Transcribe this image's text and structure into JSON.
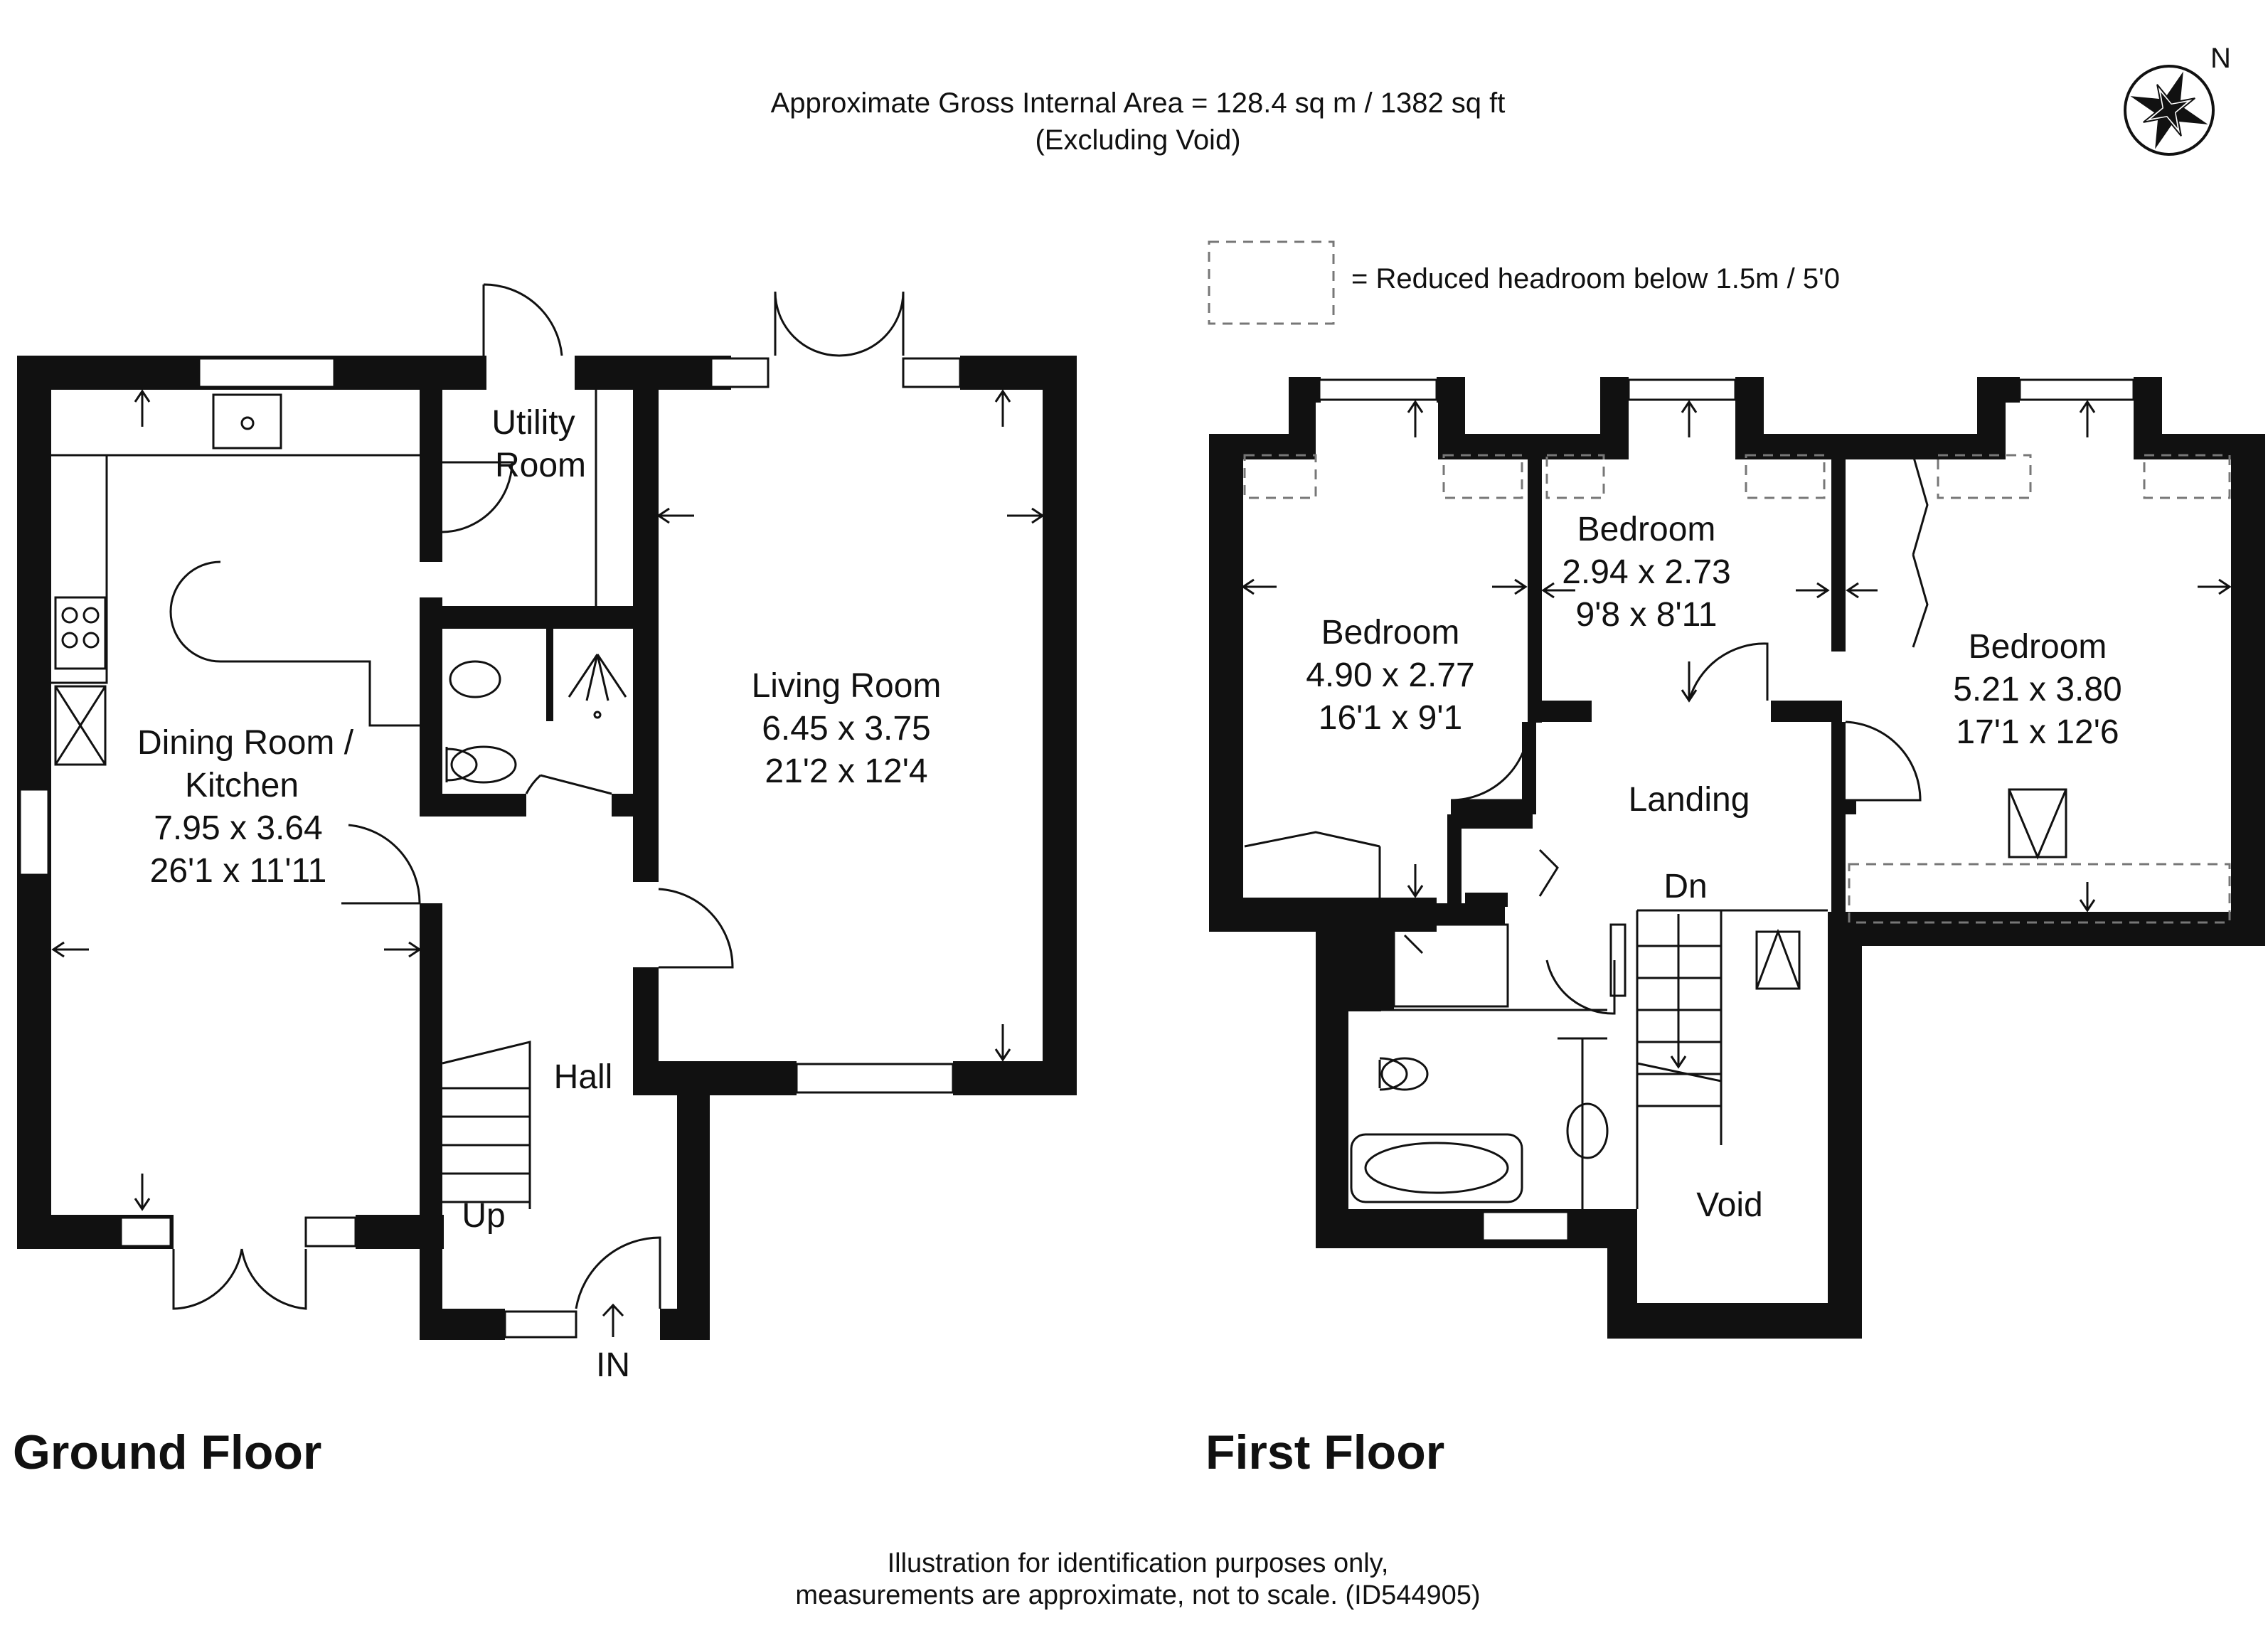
{
  "header": {
    "area_line": "Approximate Gross Internal Area = 128.4 sq m / 1382 sq ft",
    "area_note": "(Excluding Void)"
  },
  "compass": {
    "label": "N",
    "icon": "compass-icon"
  },
  "legend": {
    "icon": "dashed-rectangle-icon",
    "text": "= Reduced headroom below 1.5m / 5'0"
  },
  "ground_floor": {
    "title": "Ground Floor",
    "rooms": {
      "utility": {
        "name_line1": "Utility",
        "name_line2": "Room"
      },
      "dining": {
        "name_line1": "Dining Room /",
        "name_line2": "Kitchen",
        "metric": "7.95 x 3.64",
        "imperial": "26'1 x 11'11"
      },
      "living": {
        "name": "Living Room",
        "metric": "6.45 x 3.75",
        "imperial": "21'2 x 12'4"
      },
      "hall": {
        "name": "Hall"
      }
    },
    "stairs_label": "Up",
    "entrance_label": "IN"
  },
  "first_floor": {
    "title": "First Floor",
    "rooms": {
      "bed_left": {
        "name": "Bedroom",
        "metric": "4.90 x 2.77",
        "imperial": "16'1 x 9'1"
      },
      "bed_middle": {
        "name": "Bedroom",
        "metric": "2.94 x 2.73",
        "imperial": "9'8 x 8'11"
      },
      "bed_right": {
        "name": "Bedroom",
        "metric": "5.21 x 3.80",
        "imperial": "17'1 x 12'6"
      },
      "landing": {
        "name": "Landing"
      },
      "void": {
        "name": "Void"
      }
    },
    "stairs_label": "Dn"
  },
  "footer": {
    "line1": "Illustration for identification purposes only,",
    "line2": "measurements are approximate, not to scale. (ID544905)"
  }
}
